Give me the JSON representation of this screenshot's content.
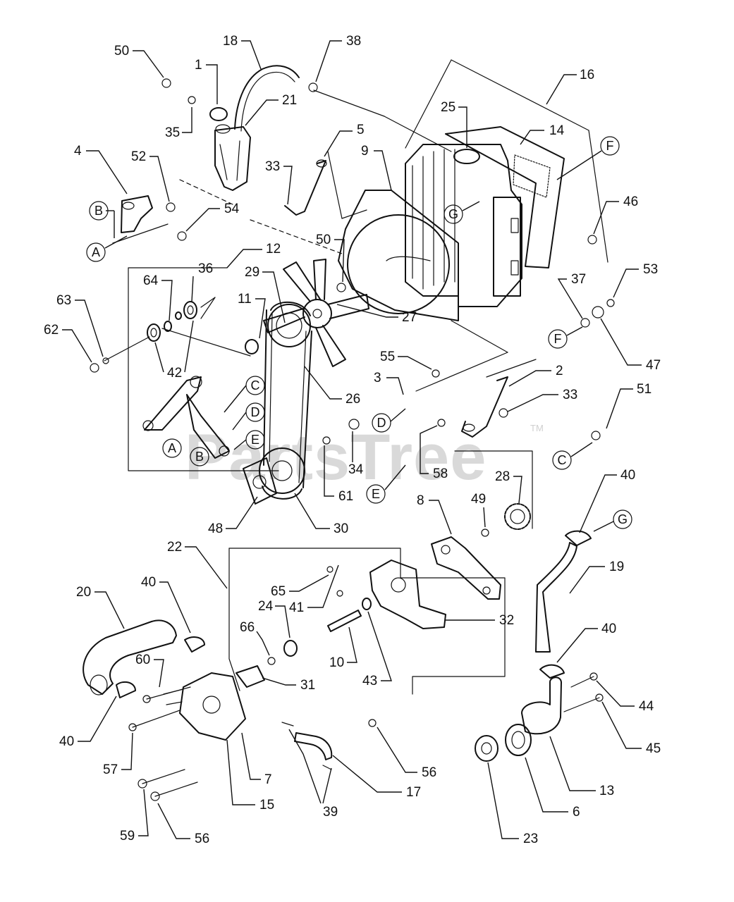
{
  "watermark": {
    "text": "PartsTree",
    "tm": "TM"
  },
  "letters": [
    "A",
    "B",
    "C",
    "D",
    "E",
    "F",
    "G"
  ],
  "callouts": [
    "1",
    "2",
    "3",
    "4",
    "5",
    "6",
    "7",
    "8",
    "9",
    "10",
    "11",
    "12",
    "13",
    "14",
    "15",
    "16",
    "17",
    "18",
    "19",
    "20",
    "21",
    "22",
    "23",
    "24",
    "25",
    "26",
    "27",
    "28",
    "29",
    "30",
    "31",
    "32",
    "33",
    "34",
    "35",
    "36",
    "37",
    "38",
    "39",
    "40",
    "41",
    "42",
    "43",
    "44",
    "45",
    "46",
    "47",
    "48",
    "49",
    "50",
    "51",
    "52",
    "53",
    "54",
    "55",
    "56",
    "57",
    "58",
    "59",
    "60",
    "61",
    "62",
    "63",
    "64",
    "65",
    "66"
  ]
}
